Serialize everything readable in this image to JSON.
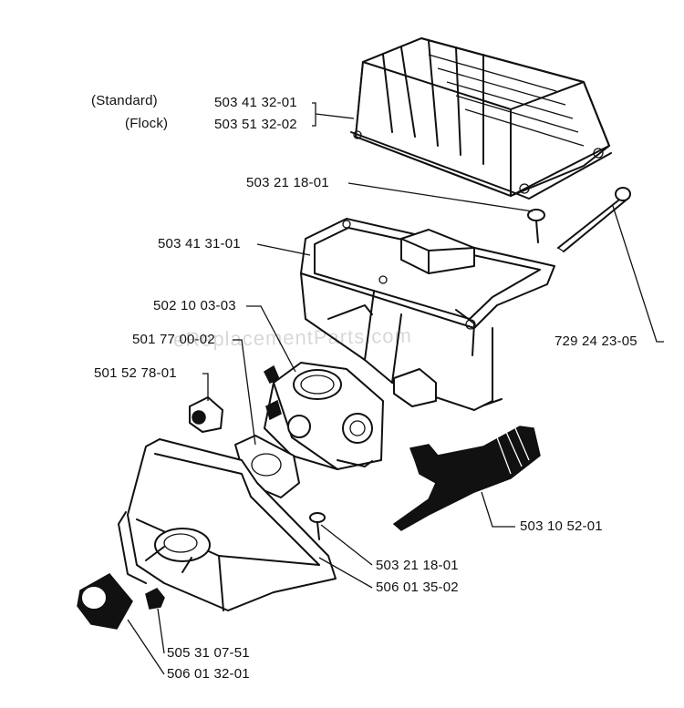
{
  "watermark": "eReplacementParts.com",
  "labels": {
    "standard": "(Standard)",
    "flock": "(Flock)",
    "p_503_41_32_01": "503 41 32-01",
    "p_503_51_32_02": "503 51 32-02",
    "p_503_21_18_01_top": "503 21 18-01",
    "p_503_41_31_01": "503 41 31-01",
    "p_502_10_03_03": "502 10 03-03",
    "p_501_77_00_02": "501 77 00-02",
    "p_501_52_78_01": "501 52 78-01",
    "p_729_24_23_05": "729 24 23-05",
    "p_503_10_52_01": "503 10 52-01",
    "p_503_21_18_01_bottom": "503 21 18-01",
    "p_506_01_35_02": "506 01 35-02",
    "p_505_31_07_51": "505 31 07-51",
    "p_506_01_32_01": "506 01 32-01"
  }
}
